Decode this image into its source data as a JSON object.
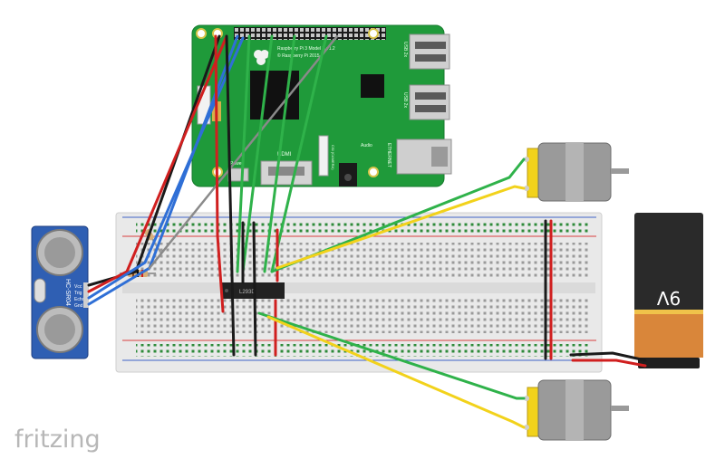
{
  "app": {
    "watermark": "fritzing"
  },
  "raspberry_pi": {
    "model_label": "Raspberry Pi 3 Model B v1.2",
    "copyright_label": "© Raspberry Pi 2015",
    "usb_label_1": "USB 2x",
    "usb_label_2": "USB 2x",
    "hdmi_label": "HDMI",
    "audio_label": "Audio",
    "camera_label": "CSI (CAMERA)",
    "ethernet_label": "ETHERNET",
    "power_label": "Power",
    "board_color": "#1f9a3a"
  },
  "sensor": {
    "model_label": "HC-SR04",
    "pins": [
      "Vcc",
      "Trig",
      "Echo",
      "Gnd"
    ],
    "board_color": "#2f5fb3"
  },
  "battery": {
    "label": "9V",
    "top_color": "#2a2a2a",
    "bottom_color": "#d9863a"
  },
  "chip": {
    "label": "L293D",
    "color": "#222222"
  },
  "motors": [
    {
      "name": "motor-top"
    },
    {
      "name": "motor-bottom"
    }
  ],
  "wire_colors": {
    "red": "#d01f1f",
    "black": "#1a1a1a",
    "blue": "#2f6fd6",
    "green": "#2fb24a",
    "yellow": "#f2d21b",
    "gray": "#8a8a8a"
  }
}
